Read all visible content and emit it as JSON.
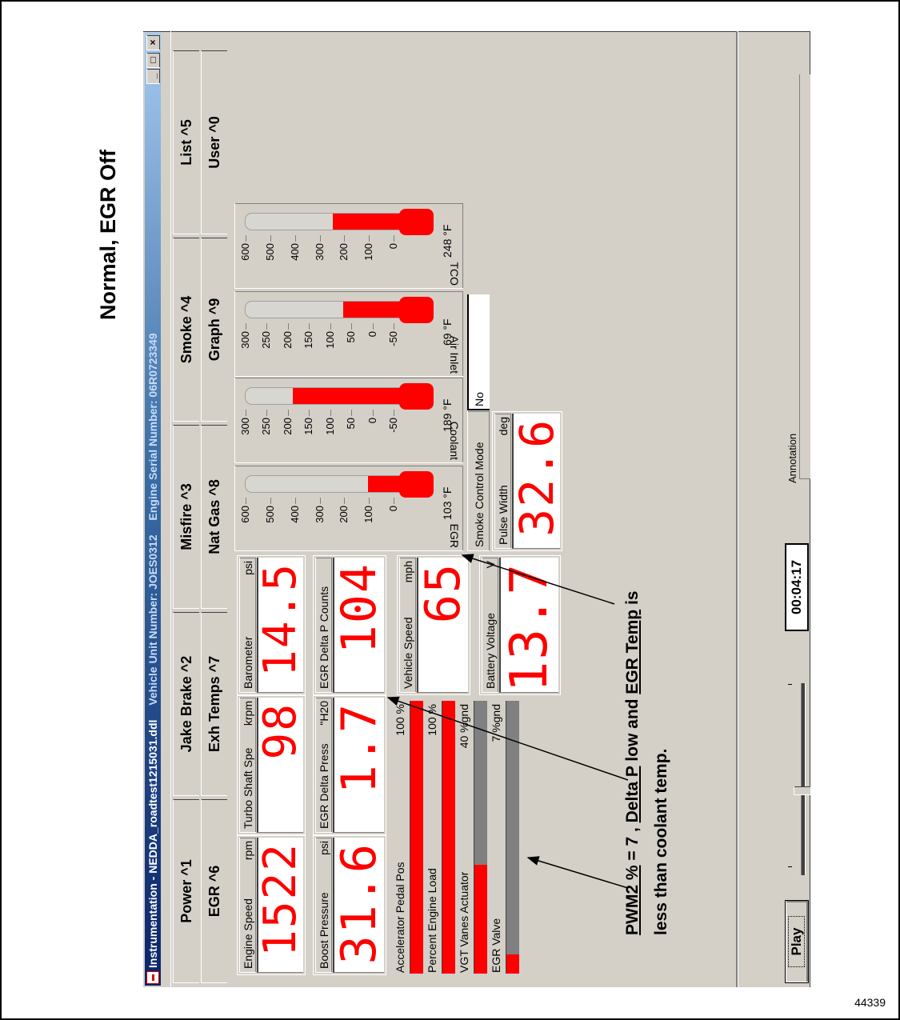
{
  "caption": "Normal, EGR Off",
  "figure_number": "44339",
  "window": {
    "title": "Instrumentation - NEDDA_roadtest1215031.ddl",
    "vehicle_unit": "Vehicle Unit Number: JOES0312",
    "engine_serial": "Engine Serial Number: 06R0723349",
    "controls": {
      "minimize": "_",
      "maximize": "□",
      "close": "×"
    }
  },
  "tabs": {
    "row1": [
      "Power ^1",
      "Jake Brake ^2",
      "Misfire ^3",
      "Smoke ^4",
      "List ^5"
    ],
    "row2": [
      "EGR ^6",
      "Exh Temps ^7",
      "Nat Gas ^8",
      "Graph ^9",
      "User ^0"
    ]
  },
  "readouts": [
    {
      "label": "Engine Speed",
      "unit": "rpm",
      "value": "1522"
    },
    {
      "label": "Turbo Shaft Spe",
      "unit": "krpm",
      "value": "98"
    },
    {
      "label": "Barometer",
      "unit": "psi",
      "value": "14.5"
    },
    {
      "label": "Boost Pressure",
      "unit": "psi",
      "value": "31.6"
    },
    {
      "label": "EGR Delta Press",
      "unit": "\"H20",
      "value": "1.7"
    },
    {
      "label": "EGR Delta P Counts",
      "unit": "",
      "value": "104"
    },
    {
      "label": "Vehicle Speed",
      "unit": "mph",
      "value": "65"
    },
    {
      "label": "Battery Voltage",
      "unit": "V",
      "value": "13.7"
    },
    {
      "label": "Pulse Width",
      "unit": "deg",
      "value": "32.6"
    }
  ],
  "bars": [
    {
      "label": "Accelerator Pedal Pos",
      "value_text": "100 %",
      "percent": 100
    },
    {
      "label": "Percent Engine Load",
      "value_text": "100 %",
      "percent": 100
    },
    {
      "label": "VGT Vanes Actuator",
      "value_text": "40 %gnd",
      "percent": 40
    },
    {
      "label": "EGR Valve",
      "value_text": "7 %gnd",
      "percent": 7
    }
  ],
  "gauges": [
    {
      "label": "EGR",
      "value_text": "103 °F",
      "reading": 103,
      "min": 0,
      "max": 600,
      "ticks": [
        "600",
        "500",
        "400",
        "300",
        "200",
        "100",
        "0"
      ]
    },
    {
      "label": "Coolant",
      "value_text": "189 °F",
      "reading": 189,
      "min": -50,
      "max": 300,
      "ticks": [
        "300",
        "250",
        "200",
        "150",
        "100",
        "50",
        "0",
        "-50"
      ]
    },
    {
      "label": "Air Inlet",
      "value_text": "69 °F",
      "reading": 69,
      "min": -50,
      "max": 300,
      "ticks": [
        "300",
        "250",
        "200",
        "150",
        "100",
        "50",
        "0",
        "-50"
      ]
    },
    {
      "label": "TCO",
      "value_text": "248 °F",
      "reading": 248,
      "min": 0,
      "max": 600,
      "ticks": [
        "600",
        "500",
        "400",
        "300",
        "200",
        "100",
        "0"
      ]
    }
  ],
  "smoke_control": {
    "label": "Smoke Control Mode",
    "value": "No"
  },
  "playback": {
    "play_label": "Play",
    "time": "00:04:17",
    "annotation_label": "Annotation",
    "slider_percent": 40
  },
  "note": {
    "pwm": "PWM2 %",
    "eq": " = 7 , ",
    "delta": "Delta P",
    "mid": " low and ",
    "egr": "EGR Temp",
    "end": " is",
    "line2": "less than coolant temp."
  },
  "colors": {
    "digit": "#ff0000",
    "bar_fill": "#ff0000",
    "bar_track": "#808080",
    "window_bg": "#d4d0c8",
    "title_dark": "#0a246a",
    "title_light": "#a6caf0"
  }
}
